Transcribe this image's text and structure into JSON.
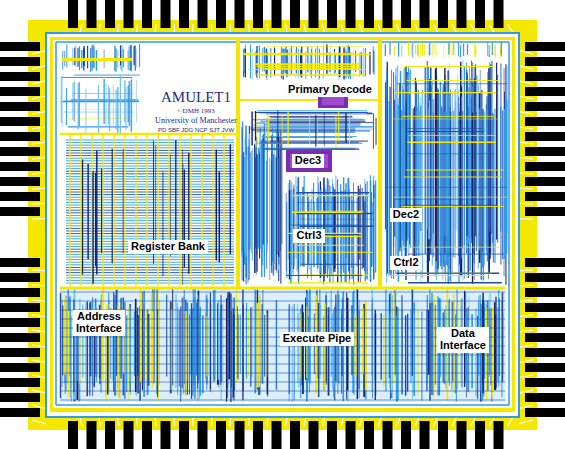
{
  "diagram": {
    "labels": [
      "AMULET1",
      "©DMH 1993",
      "University of Manchester",
      "PD SBF JDG NCP SJT JVW",
      "Primary Decode",
      "Dec3",
      "Ctrl3",
      "Dec2",
      "Ctrl2",
      "Register Bank",
      "Address Interface",
      "Execute Pipe",
      "Data Interface"
    ]
  }
}
